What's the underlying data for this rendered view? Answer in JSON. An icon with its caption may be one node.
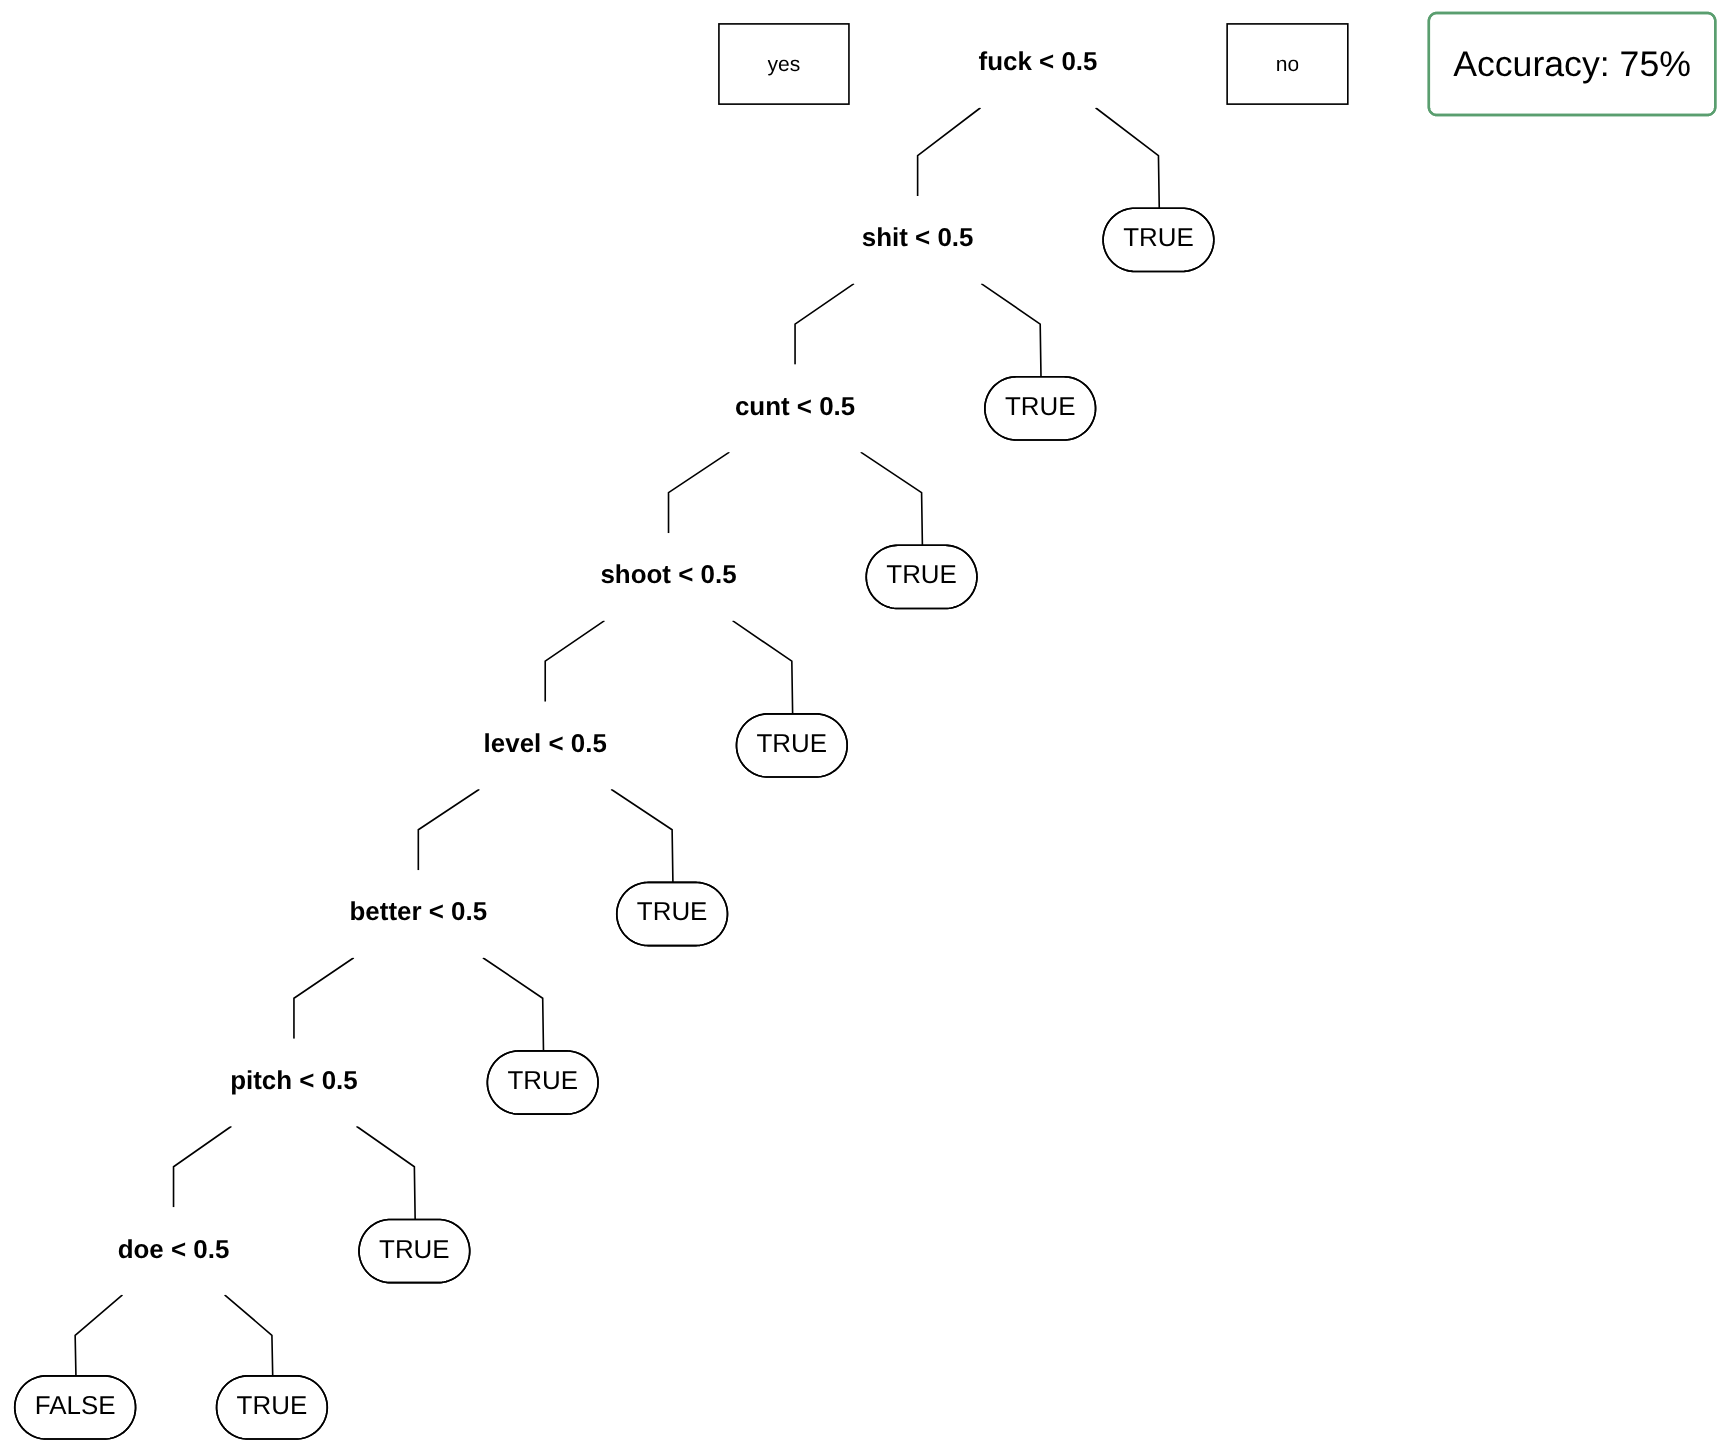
{
  "diagram": {
    "nodes": [
      {
        "text": [
          "yes"
        ]
      },
      {
        "text": [
          "fuck < 0.5"
        ]
      },
      {
        "text": [
          "no"
        ]
      },
      {
        "text": [
          "shit < 0.5"
        ]
      },
      {
        "text": [
          "TRUE"
        ]
      },
      {
        "text": [
          "cunt < 0.5"
        ]
      },
      {
        "text": [
          "TRUE"
        ]
      },
      {
        "text": [
          "shoot < 0.5"
        ]
      },
      {
        "text": [
          "TRUE"
        ]
      },
      {
        "text": [
          "level < 0.5"
        ]
      },
      {
        "text": [
          "TRUE"
        ]
      },
      {
        "text": [
          "better < 0.5"
        ]
      },
      {
        "text": [
          "TRUE"
        ]
      },
      {
        "text": [
          "pitch < 0.5"
        ]
      },
      {
        "text": [
          "TRUE"
        ]
      },
      {
        "text": [
          "doe < 0.5"
        ]
      },
      {
        "text": [
          "TRUE"
        ]
      },
      {
        "text": [
          "FALSE"
        ]
      },
      {
        "text": [
          "TRUE"
        ]
      },
      {
        "text": [
          "Accuracy: 75%"
        ]
      }
    ],
    "edges": [
      {
        "from": 1,
        "to": 3,
        "arrow": "none"
      },
      {
        "from": 1,
        "to": 4,
        "arrow": "none"
      },
      {
        "from": 3,
        "to": 5,
        "arrow": "none"
      },
      {
        "from": 3,
        "to": 6,
        "arrow": "none"
      },
      {
        "from": 5,
        "to": 7,
        "arrow": "none"
      },
      {
        "from": 5,
        "to": 8,
        "arrow": "none"
      },
      {
        "from": 7,
        "to": 9,
        "arrow": "none"
      },
      {
        "from": 7,
        "to": 10,
        "arrow": "none"
      },
      {
        "from": 9,
        "to": 11,
        "arrow": "none"
      },
      {
        "from": 9,
        "to": 12,
        "arrow": "none"
      },
      {
        "from": 11,
        "to": 13,
        "arrow": "none"
      },
      {
        "from": 11,
        "to": 14,
        "arrow": "none"
      },
      {
        "from": 13,
        "to": 15,
        "arrow": "none"
      },
      {
        "from": 13,
        "to": 16,
        "arrow": "none"
      },
      {
        "from": 15,
        "to": 17,
        "arrow": "none"
      },
      {
        "from": 15,
        "to": 18,
        "arrow": "none"
      }
    ]
  }
}
